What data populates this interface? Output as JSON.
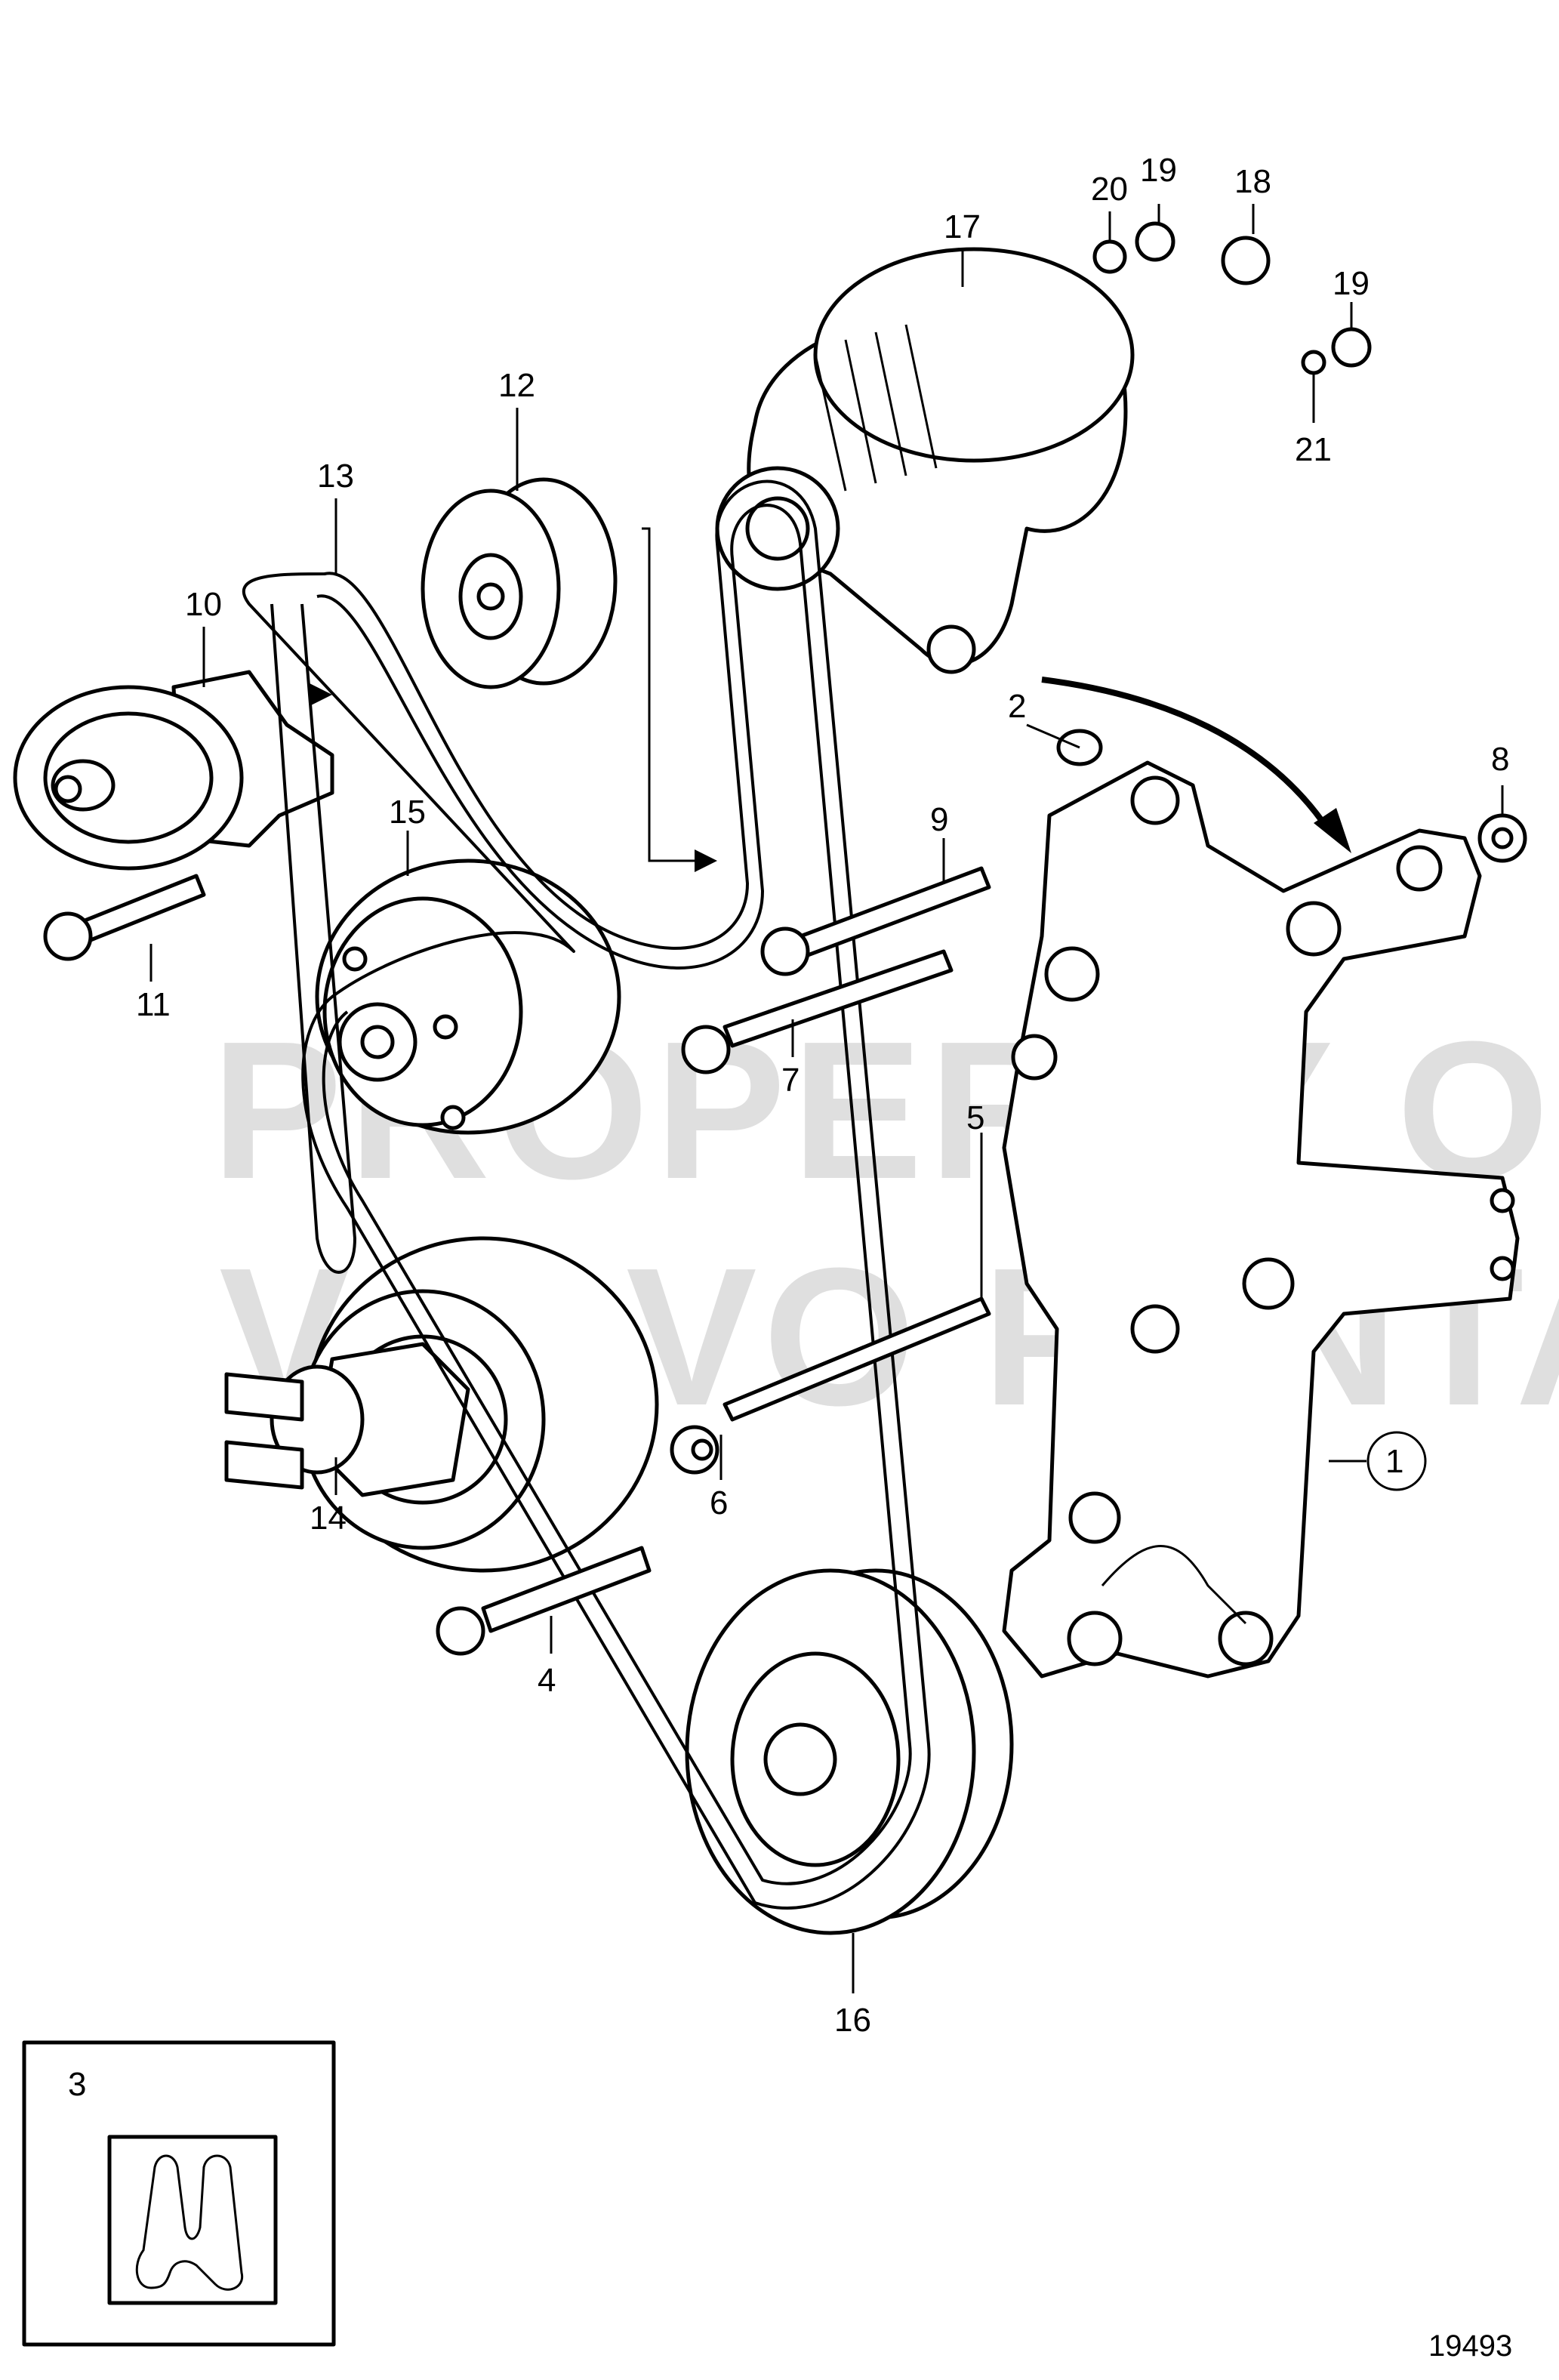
{
  "callouts": {
    "c1": "1",
    "c2": "2",
    "c3": "3",
    "c4": "4",
    "c5": "5",
    "c6": "6",
    "c7": "7",
    "c8": "8",
    "c9": "9",
    "c10": "10",
    "c11": "11",
    "c12": "12",
    "c13": "13",
    "c14": "14",
    "c15": "15",
    "c16": "16",
    "c17": "17",
    "c18": "18",
    "c19a": "19",
    "c19b": "19",
    "c20": "20",
    "c21": "21"
  },
  "watermark": {
    "line1": "PROPERTY OF",
    "line2": "VOLVO PENTA"
  },
  "reference_number": "19493"
}
